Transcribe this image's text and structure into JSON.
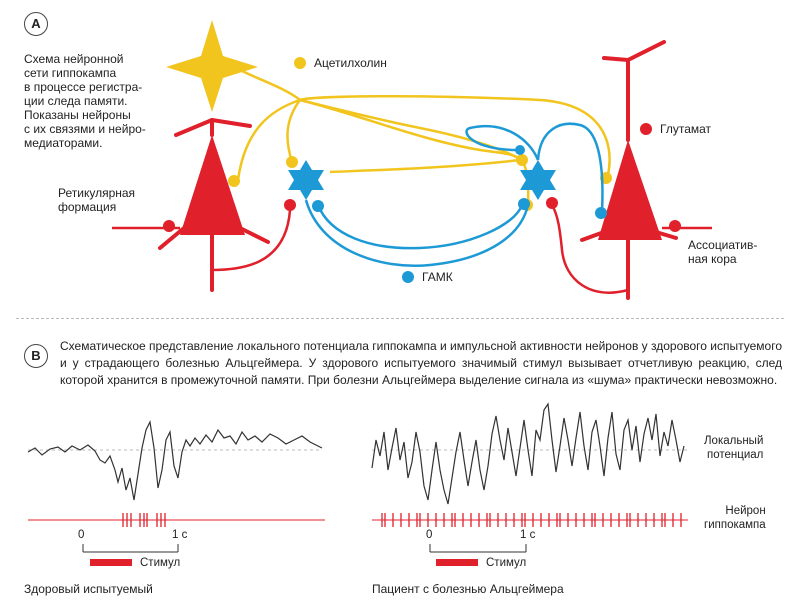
{
  "panel_a": {
    "badge": "A",
    "title_lines": [
      "Схема нейронной",
      "сети гиппокампа",
      "в процессе регистра-",
      "ции следа памяти.",
      "Показаны нейроны",
      "с их связями и нейро-",
      "медиаторами."
    ],
    "left_label_lines": [
      "Ретикулярная",
      "формация"
    ],
    "right_label_lines": [
      "Ассоциатив-",
      "ная кора"
    ],
    "legend": {
      "acetylcholine": "Ацетилхолин",
      "glutamate": "Глутамат",
      "gaba": "ГАМК"
    },
    "colors": {
      "acetylcholine": "#f2c51e",
      "glutamate": "#e0202a",
      "gaba": "#1d9ad6"
    }
  },
  "panel_b": {
    "badge": "B",
    "description": "Схематическое представление локального потенциала гиппокампа и импульсной активности нейронов у здорового испытуемого и у страдающего болезнью Альцгеймера.  У здорового испытуемого значимый стимул вызывает отчетливую реакцию, след которой хранится в промежуточной памяти.  При болезни Альцгеймера выделение сигнала из «шума» практически невозможно.",
    "trace_label_lines": [
      "Локальный",
      "потенциал"
    ],
    "spike_label_lines": [
      "Нейрон",
      "гиппокампа"
    ],
    "healthy": {
      "caption": "Здоровый испытуемый",
      "tick_start": "0",
      "tick_end": "1 с",
      "stimulus_label": "Стимул"
    },
    "patient": {
      "caption": "Пациент с болезнью Альцгеймера",
      "tick_start": "0",
      "tick_end": "1 с",
      "stimulus_label": "Стимул"
    }
  }
}
